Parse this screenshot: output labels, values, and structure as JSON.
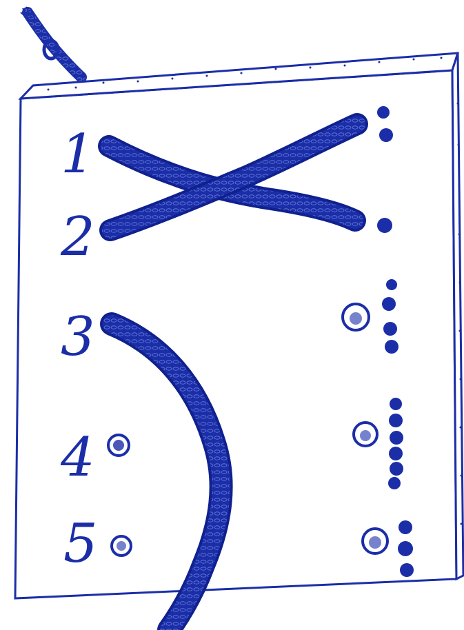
{
  "rows": [
    {
      "number": "1",
      "left_dots": 0,
      "right_big_dots": 0,
      "right_small_dots": 2
    },
    {
      "number": "2",
      "left_dots": 0,
      "right_big_dots": 0,
      "right_small_dots": 1
    },
    {
      "number": "3",
      "left_dots": 0,
      "right_big_dots": 1,
      "right_small_dots": 4
    },
    {
      "number": "4",
      "left_dots": 1,
      "right_big_dots": 1,
      "right_small_dots": 6
    },
    {
      "number": "5",
      "left_dots": 1,
      "right_big_dots": 1,
      "right_small_dots": 3
    }
  ],
  "colors": {
    "ink": "#1b2ea8",
    "ink_dark": "#10218f",
    "paper": "#ffffff"
  },
  "icons": [
    "knotted-rope-icon",
    "dotted-edge-board-icon"
  ]
}
